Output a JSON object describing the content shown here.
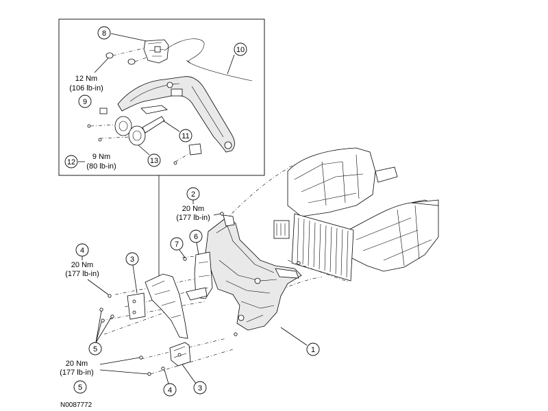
{
  "figure_id": "N0087772",
  "callouts": {
    "c1": "1",
    "c2": "2",
    "c3a": "3",
    "c3b": "3",
    "c4a": "4",
    "c4b": "4",
    "c5a": "5",
    "c5b": "5",
    "c6": "6",
    "c7": "7",
    "c8": "8",
    "c9": "9",
    "c10": "10",
    "c11": "11",
    "c12": "12",
    "c13": "13"
  },
  "torques": {
    "t9": {
      "line1": "12 Nm",
      "line2": "(106 lb-in)"
    },
    "t12": {
      "line1": "9 Nm",
      "line2": "(80 lb-in)"
    },
    "t2": {
      "line1": "20 Nm",
      "line2": "(177 lb-in)"
    },
    "t4": {
      "line1": "20 Nm",
      "line2": "(177 lb-in)"
    },
    "t5": {
      "line1": "20 Nm",
      "line2": "(177 lb-in)"
    }
  }
}
